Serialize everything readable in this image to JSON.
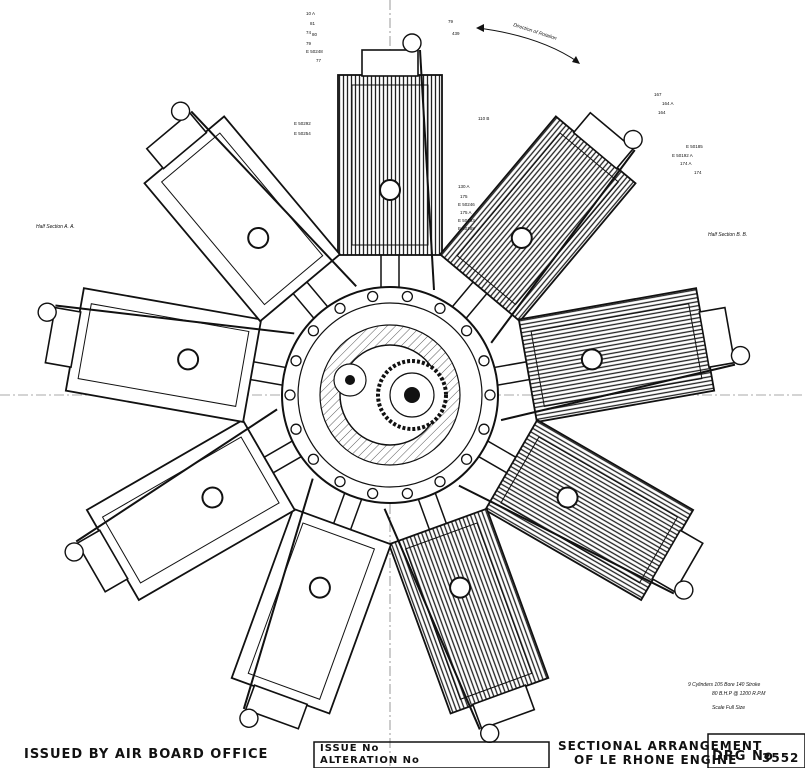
{
  "drawing": {
    "direction_of_rotation": "Direction of Rotation",
    "half_section_aa": "Half Section A. A.",
    "half_section_bb": "Half Section B. B.",
    "spec_line_1": "9 Cylinders 105 Bore 140 Stroke",
    "spec_line_2": "80 B.H.P @ 1200 R.P.M",
    "scale": "Scale  Full Size"
  },
  "part_refs": {
    "top_left_stack": [
      "10 A",
      "81",
      "74",
      "80",
      "79",
      "E 50248",
      "77"
    ],
    "top_right": [
      "79",
      "439"
    ],
    "left_refs": [
      "E 50292",
      "E 50254"
    ],
    "pipe_ref": "110 B",
    "center_stack": [
      "130 A",
      "175",
      "E 50246",
      "175 A",
      "E 50193",
      "E 50188"
    ],
    "right_top_stack": [
      "167",
      "164 A",
      "164"
    ],
    "right_mid_stack": [
      "E 50185",
      "E 50192 A",
      "174 A",
      "174"
    ]
  },
  "title_block": {
    "issued_by": "ISSUED BY AIR BOARD OFFICE",
    "issue_label": "ISSUE No",
    "alteration_label": "ALTERATION No",
    "title_line_1": "SECTIONAL ARRANGEMENT",
    "title_line_2": "OF LE RHONE ENGINE",
    "drawing_no_label": "DRG No",
    "drawing_no": "3552"
  }
}
